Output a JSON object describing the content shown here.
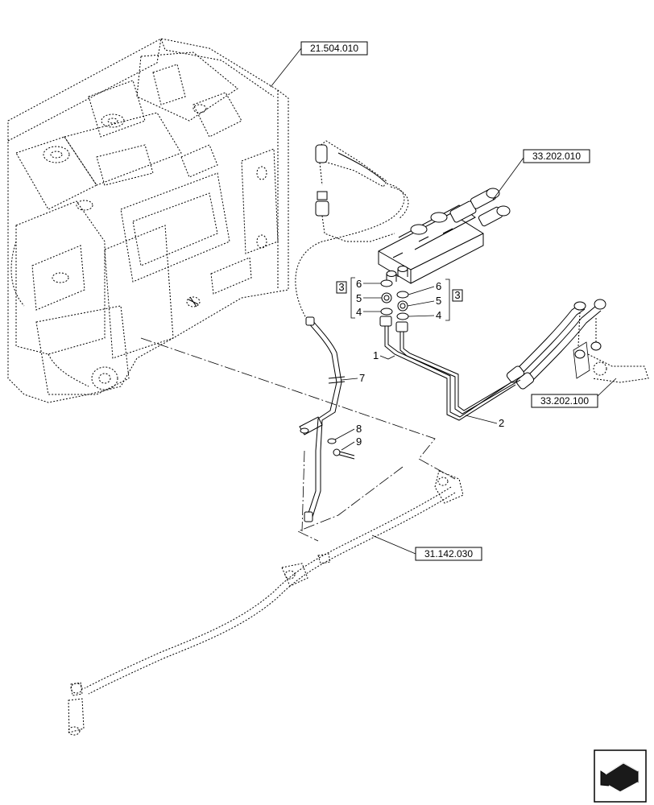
{
  "references": {
    "transmission": "21.504.010",
    "valve_block": "33.202.010",
    "connector": "33.202.100",
    "pto_line": "31.142.030"
  },
  "callouts": {
    "pipe_left": "1",
    "pipe_right": "2",
    "nut_left": "4",
    "nut_right": "4",
    "oring_left": "5",
    "oring_right": "5",
    "seal_left": "6",
    "seal_right": "6",
    "clamp": "7",
    "washer": "8",
    "screw": "9",
    "kit_left": "3",
    "kit_right": "3"
  },
  "icons": {
    "nav": "view-direction-arrow-icon"
  }
}
